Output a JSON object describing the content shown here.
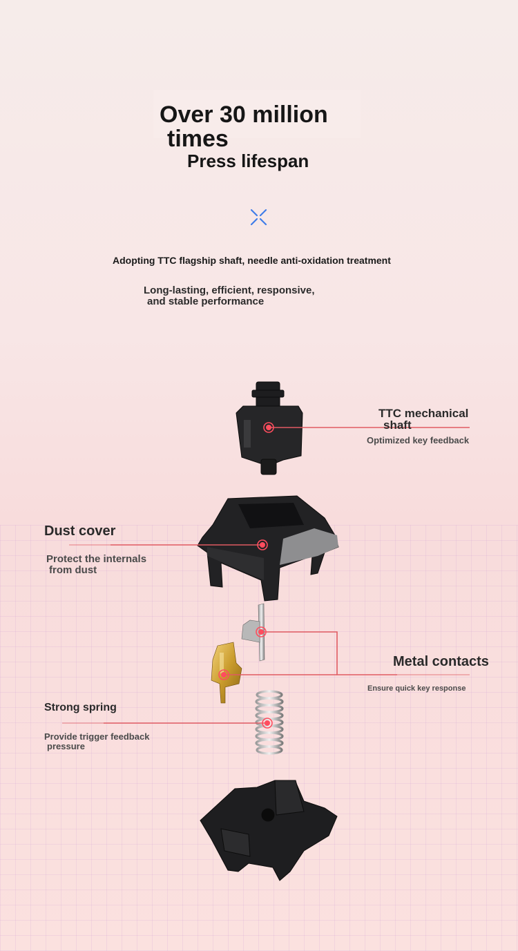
{
  "headline": {
    "line1": "Over 30 million",
    "line2": "times",
    "line3": "Press lifespan"
  },
  "divider_icon": "cross-x-icon",
  "intro": {
    "line1": "Adopting TTC flagship shaft, needle anti-oxidation treatment",
    "line2a": "Long-lasting, efficient, responsive,",
    "line2b": "and stable performance"
  },
  "callouts": {
    "shaft": {
      "title_a": "TTC mechanical",
      "title_b": "shaft",
      "desc": "Optimized key feedback"
    },
    "dust": {
      "title": "Dust cover",
      "desc_a": "Protect the internals",
      "desc_b": "from dust"
    },
    "metal": {
      "title": "Metal contacts",
      "desc": "Ensure quick key response"
    },
    "spring": {
      "title": "Strong spring",
      "desc_a": "Provide trigger feedback",
      "desc_b": "pressure"
    }
  },
  "colors": {
    "accent_line": "#e05a62",
    "marker": "#ff4d5e",
    "icon_blue": "#3f7ce8"
  }
}
